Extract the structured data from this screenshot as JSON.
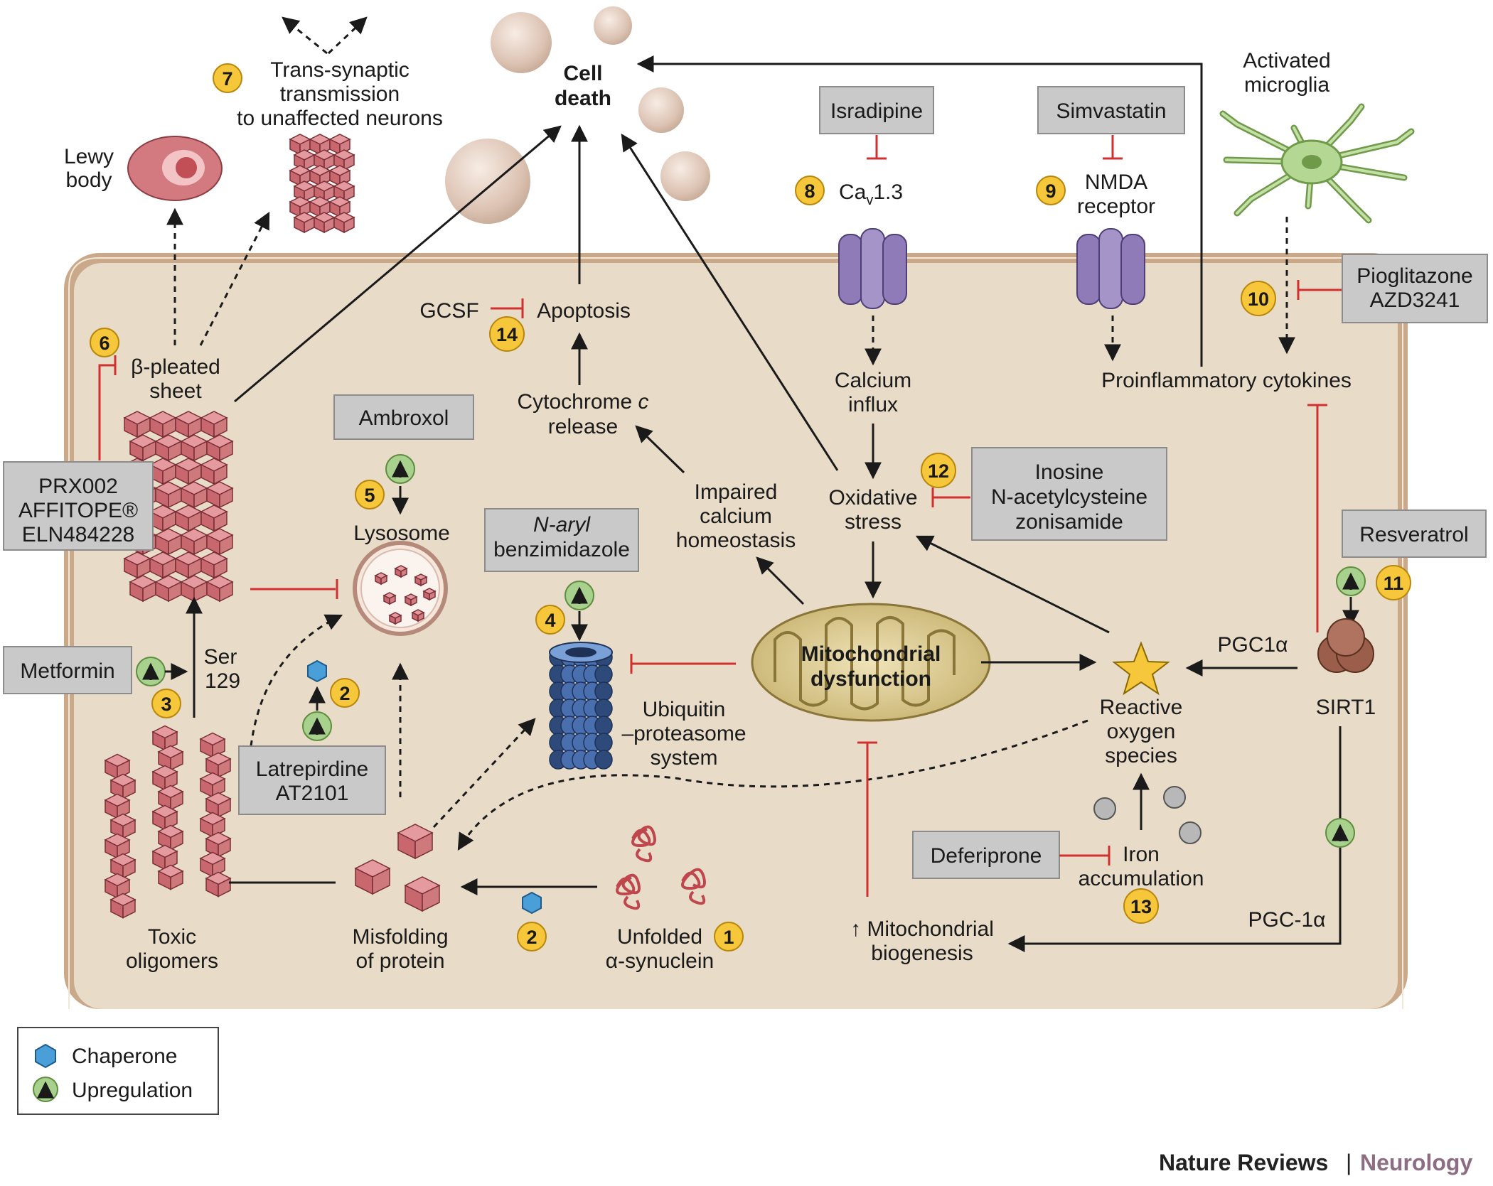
{
  "labels": {
    "cell_death": [
      "Cell",
      "death"
    ],
    "trans_synaptic": [
      "Trans-synaptic",
      "transmission",
      "to unaffected neurons"
    ],
    "lewy_body": [
      "Lewy",
      "body"
    ],
    "beta_sheet": [
      "β-pleated",
      "sheet"
    ],
    "gcsf": "GCSF",
    "apoptosis": "Apoptosis",
    "cytochrome": [
      "Cytochrome c",
      "release"
    ],
    "lysosome": "Lysosome",
    "impaired_calcium": [
      "Impaired",
      "calcium",
      "homeostasis"
    ],
    "oxidative_stress": [
      "Oxidative",
      "stress"
    ],
    "calcium_influx": [
      "Calcium",
      "influx"
    ],
    "cav13": "Cav1.3",
    "nmda": [
      "NMDA",
      "receptor"
    ],
    "activated_microglia": [
      "Activated",
      "microglia"
    ],
    "proinflammatory": "Proinflammatory cytokines",
    "mito_dysfunction": [
      "Mitochondrial",
      "dysfunction"
    ],
    "ups": [
      "Ubiquitin",
      "–proteasome",
      "system"
    ],
    "ros": [
      "Reactive",
      "oxygen",
      "species"
    ],
    "pgc1a_top": "PGC1α",
    "sirt1": "SIRT1",
    "pgc1a_bottom": "PGC-1α",
    "iron": [
      "Iron",
      "accumulation"
    ],
    "mito_biogenesis": [
      "↑ Mitochondrial",
      "biogenesis"
    ],
    "ser129": [
      "Ser",
      "129"
    ],
    "toxic_oligomers": [
      "Toxic",
      "oligomers"
    ],
    "misfolding": [
      "Misfolding",
      "of protein"
    ],
    "unfolded": [
      "Unfolded",
      "α-synuclein"
    ]
  },
  "drugs": {
    "isradipine": [
      "Isradipine"
    ],
    "simvastatin": [
      "Simvastatin"
    ],
    "pioglitazone": [
      "Pioglitazone",
      "AZD3241"
    ],
    "ambroxol": [
      "Ambroxol"
    ],
    "prx002": [
      "PRX002",
      "AFFITOPE®",
      "ELN484228"
    ],
    "naryl": [
      "N-aryl",
      "benzimidazole"
    ],
    "inosine": [
      "Inosine",
      "N-acetylcysteine",
      "zonisamide"
    ],
    "resveratrol": [
      "Resveratrol"
    ],
    "metformin": [
      "Metformin"
    ],
    "latrepirdine": [
      "Latrepirdine",
      "AT2101"
    ],
    "deferiprone": [
      "Deferiprone"
    ]
  },
  "badges": {
    "b1": "1",
    "b2a": "2",
    "b2b": "2",
    "b3": "3",
    "b4": "4",
    "b5": "5",
    "b6": "6",
    "b7": "7",
    "b8": "8",
    "b9": "9",
    "b10": "10",
    "b11": "11",
    "b12": "12",
    "b13": "13",
    "b14": "14"
  },
  "legend": {
    "chaperone": "Chaperone",
    "upregulation": "Upregulation"
  },
  "logo": {
    "brand": "Nature Reviews",
    "separator": "|",
    "journal": "Neurology"
  },
  "colors": {
    "cell_fill": "#e8dcc8",
    "membrane": "#c9a98a",
    "badge": "#f6c63b",
    "upregulation": "#a9d18e",
    "inhibit": "#d03030",
    "receptor": "#8e7bb8",
    "proteasome": "#3e5f99",
    "microglia": "#a9d18e",
    "mitochondria": "#d9c99a"
  }
}
